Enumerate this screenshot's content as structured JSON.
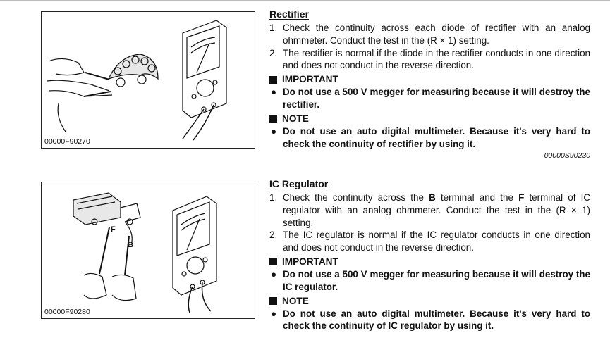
{
  "rectifier": {
    "figure_code": "00000F90270",
    "heading": "Rectifier",
    "steps": [
      {
        "num": "1.",
        "text": "Check the continuity across each diode of rectifier with an analog ohmmeter.  Conduct the test in the (R × 1) setting."
      },
      {
        "num": "2.",
        "text": "The rectifier is normal if the diode in the rectifier conducts in one direction and does not conduct in the reverse direction."
      }
    ],
    "important_label": "IMPORTANT",
    "important_text": "Do not use a 500 V megger for measuring because it will destroy the rectifier.",
    "note_label": "NOTE",
    "note_text": "Do not use an auto digital multimeter.  Because it's very hard to check the continuity of rectifier by using it.",
    "section_code": "00000S90230"
  },
  "ic_regulator": {
    "figure_code": "00000F90280",
    "figure_label_f": "F",
    "figure_label_b": "B",
    "heading": "IC Regulator",
    "step1": {
      "num": "1.",
      "pre": "Check the continuity across the ",
      "b1": "B",
      "mid": " terminal and the ",
      "b2": "F",
      "post": " terminal of IC regulator with an analog ohmmeter.  Conduct the test in the (R × 1) setting."
    },
    "step2": {
      "num": "2.",
      "text": "The IC regulator is normal if the IC regulator conducts in one direction and does not conduct in the reverse direction."
    },
    "important_label": "IMPORTANT",
    "important_text": "Do not use a 500 V megger for measuring because it will destroy the IC regulator.",
    "note_label": "NOTE",
    "note_text": "Do not use an auto digital multimeter.  Because it's very hard to check the continuity of IC regulator by using it."
  },
  "bullet": "●"
}
